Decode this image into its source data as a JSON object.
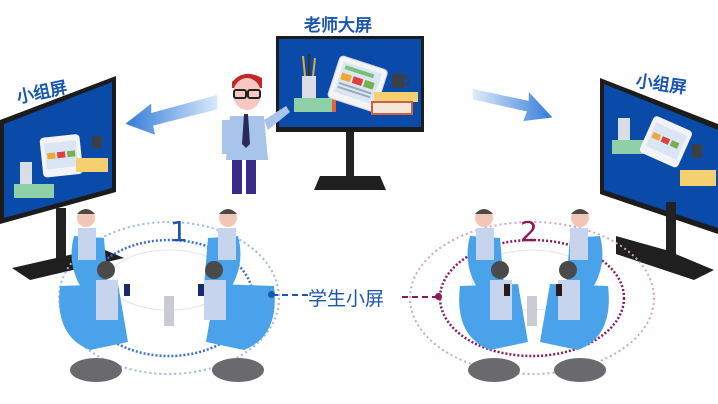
{
  "labels": {
    "teacher_screen": "老师大屏",
    "group_screen_left": "小组屏",
    "group_screen_right": "小组屏",
    "student_screens": "学生小屏",
    "group_1": "1",
    "group_2": "2"
  },
  "colors": {
    "label_blue": "#1a55b0",
    "group1_ring": "#3a6fd0",
    "group2_ring": "#8a1a5a",
    "screen_blue": "#0a4aa8",
    "monitor_black": "#1c1c1c",
    "chair_blue": "#4aa3ea",
    "arrow_blue": "#4a8fe0"
  }
}
